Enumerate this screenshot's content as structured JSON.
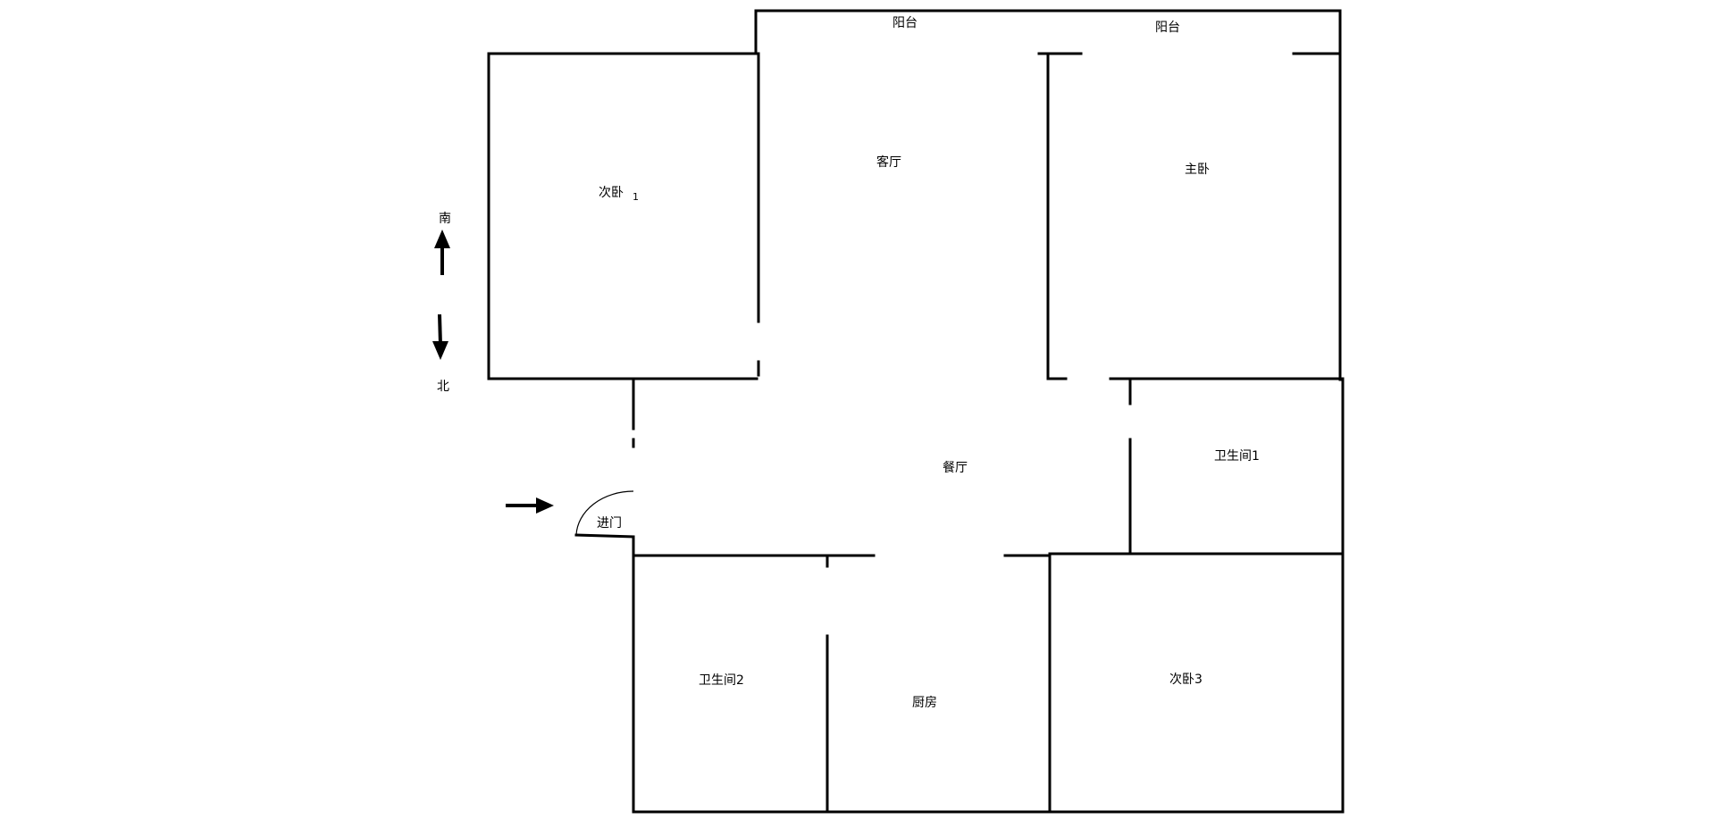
{
  "rooms": {
    "balcony_1": "阳台",
    "balcony_2": "阳台",
    "living_room": "客厅",
    "master_bedroom": "主卧",
    "secondary_bedroom_1": "次卧",
    "secondary_bedroom_1_suffix": "1",
    "dining_room": "餐厅",
    "bathroom_1": "卫生间1",
    "bathroom_2": "卫生间2",
    "kitchen": "厨房",
    "secondary_bedroom_3": "次卧3",
    "entrance": "进门"
  },
  "compass": {
    "south": "南",
    "north": "北"
  }
}
